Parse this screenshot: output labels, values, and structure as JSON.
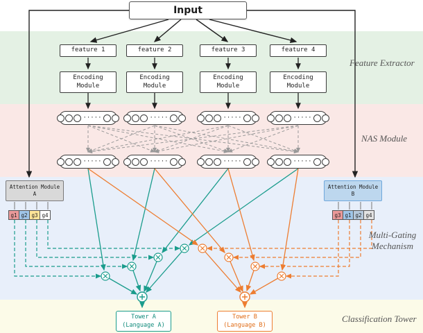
{
  "input_label": "Input",
  "sections": {
    "feature_extractor": "Feature Extractor",
    "nas": "NAS Module",
    "gating": "Multi-Gating\nMechanism",
    "tower": "Classification Tower"
  },
  "features": [
    "feature 1",
    "feature 2",
    "feature 3",
    "feature 4"
  ],
  "encoding_label": "Encoding\nModule",
  "nas": {
    "dots": "·····"
  },
  "attention_a": "Attention Module\nA",
  "attention_b": "Attention Module\nB",
  "gates_left": [
    {
      "label": "g1",
      "color": "#ea9999"
    },
    {
      "label": "g2",
      "color": "#9fc5e8"
    },
    {
      "label": "g3",
      "color": "#ffe599"
    },
    {
      "label": "g4",
      "color": "#ffffff"
    }
  ],
  "gates_right": [
    {
      "label": "g3",
      "color": "#ea9999"
    },
    {
      "label": "g1",
      "color": "#9fc5e8"
    },
    {
      "label": "g2",
      "color": "#b6c9dc"
    },
    {
      "label": "g4",
      "color": "#e3e3e3"
    }
  ],
  "tower_a": "Tower A\n(Language A)",
  "tower_b": "Tower B\n(Language B)",
  "colors": {
    "teal": "#1a9c8c",
    "orange": "#ed7d31",
    "band_green": "#e4f1e4",
    "band_pink": "#fae8e6",
    "band_blue": "#e8effa",
    "band_yellow": "#fcfbe8"
  }
}
